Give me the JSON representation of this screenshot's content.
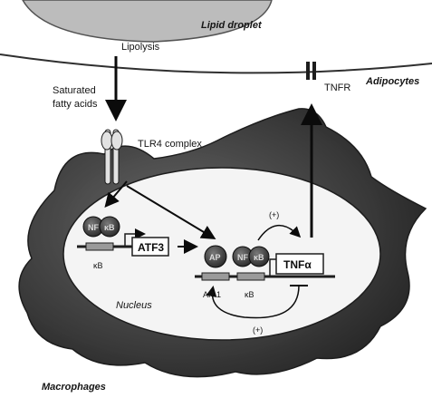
{
  "labels": {
    "lipid_droplet": "Lipid droplet",
    "lipolysis": "Lipolysis",
    "saturated_fatty_acids_line1": "Saturated",
    "saturated_fatty_acids_line2": "fatty acids",
    "adipocytes": "Adipocytes",
    "tnfr": "TNFR",
    "tlr4_complex": "TLR4 complex",
    "nucleus": "Nucleus",
    "macrophages": "Macrophages",
    "atf3": "ATF3",
    "tnf_alpha": "TNFα",
    "kb_left": "κB",
    "kb_right": "κB",
    "ap1": "AP-1",
    "plus_top": "(+)",
    "plus_bottom": "(+)",
    "nf_left_a": "NF",
    "nf_left_b": "κB",
    "ap_a": "AP",
    "nf_right_a": "NF",
    "nf_right_b": "κB"
  },
  "colors": {
    "macrophage_fill": "#3a3a3a",
    "nucleus_fill": "#eeeeee",
    "droplet_fill": "#b9b9b9",
    "protein_fill": "#4a4a4a",
    "ink": "#111111"
  }
}
